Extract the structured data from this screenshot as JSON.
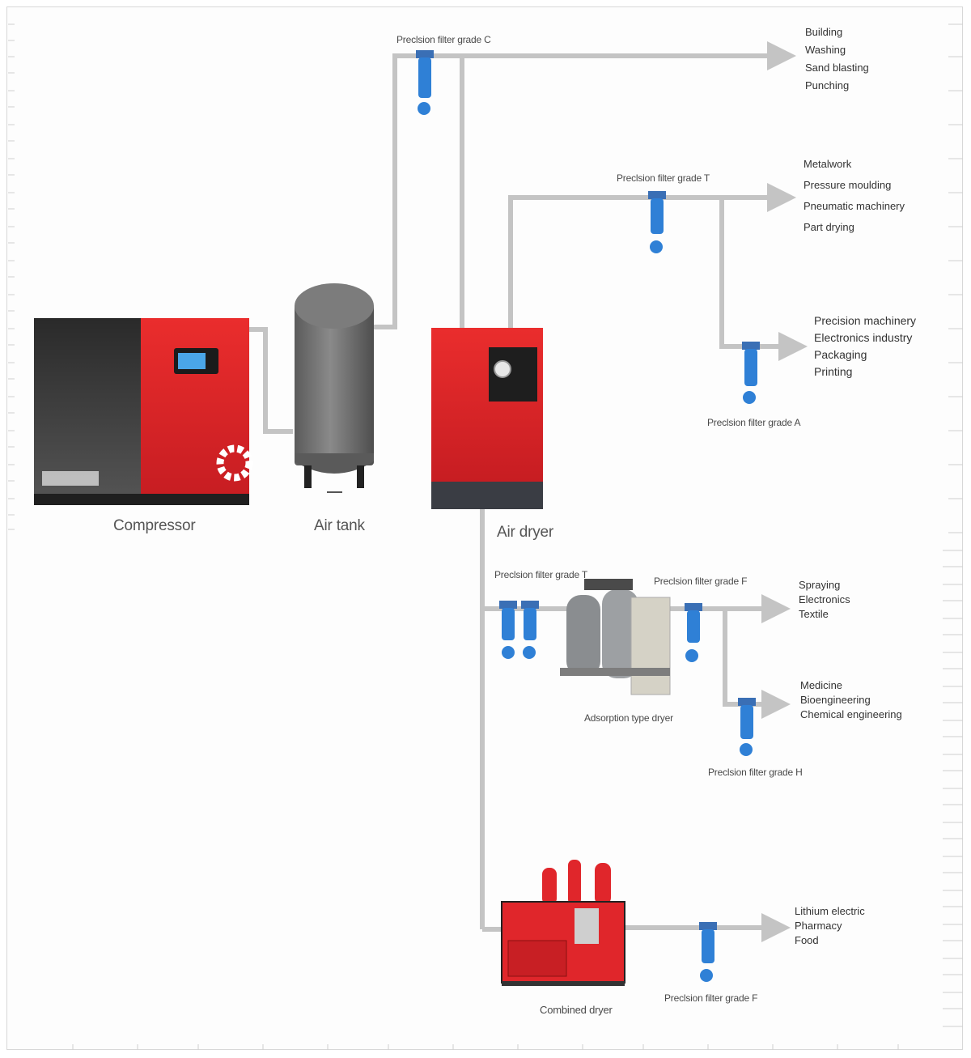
{
  "colors": {
    "pipe": "#c4c4c4",
    "filter_blue": "#2f80d6",
    "machine_red": "#e0262b",
    "tank_gray": "#6e6e6e"
  },
  "equipment": {
    "compressor": "Compressor",
    "air_tank": "Air tank",
    "air_dryer": "Air dryer",
    "adsorption_dryer": "Adsorption type dryer",
    "combined_dryer": "Combined dryer"
  },
  "filters": {
    "c": "Preclsion filter grade C",
    "t_upper": "Preclsion filter grade T",
    "a": "Preclsion filter grade A",
    "t_lower": "Preclsion filter grade T",
    "f_upper": "Preclsion filter grade F",
    "h": "Preclsion filter grade H",
    "f_lower": "Preclsion filter grade F"
  },
  "applications": {
    "group1": [
      "Building",
      "Washing",
      "Sand blasting",
      "Punching"
    ],
    "group2": [
      "Metalwork",
      "Pressure moulding",
      "Pneumatic machinery",
      "Part drying"
    ],
    "group3": [
      "Precision machinery",
      "Electronics industry",
      "Packaging",
      "Printing"
    ],
    "group4": [
      "Spraying",
      "Electronics",
      "Textile"
    ],
    "group5": [
      "Medicine",
      "Bioengineering",
      "Chemical engineering"
    ],
    "group6": [
      "Lithium electric",
      "Pharmacy",
      "Food"
    ]
  }
}
